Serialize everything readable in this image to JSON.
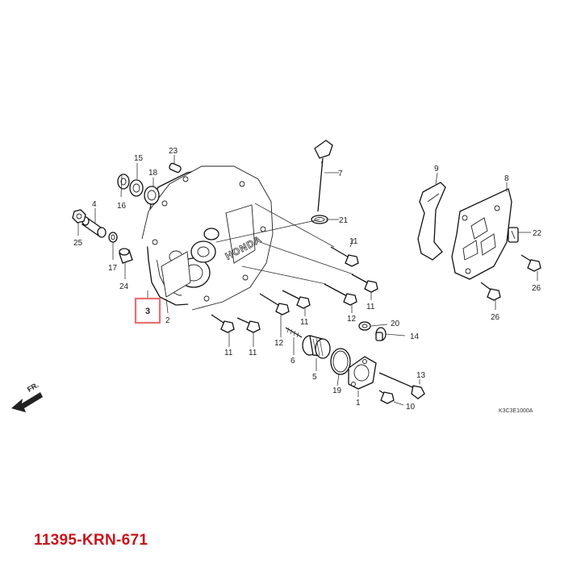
{
  "diagram": {
    "ref_code": "K3C3E1000A",
    "front_marker": "FR.",
    "highlighted_callout": "3",
    "callouts": [
      "1",
      "2",
      "3",
      "4",
      "5",
      "6",
      "7",
      "8",
      "9",
      "10",
      "11",
      "12",
      "13",
      "14",
      "15",
      "16",
      "17",
      "18",
      "19",
      "20",
      "21",
      "22",
      "23",
      "24",
      "25",
      "26"
    ]
  },
  "colors": {
    "highlight": "#e87070",
    "part_number": "#c9141a",
    "line": "#222222"
  },
  "part_number": "11395-KRN-671"
}
